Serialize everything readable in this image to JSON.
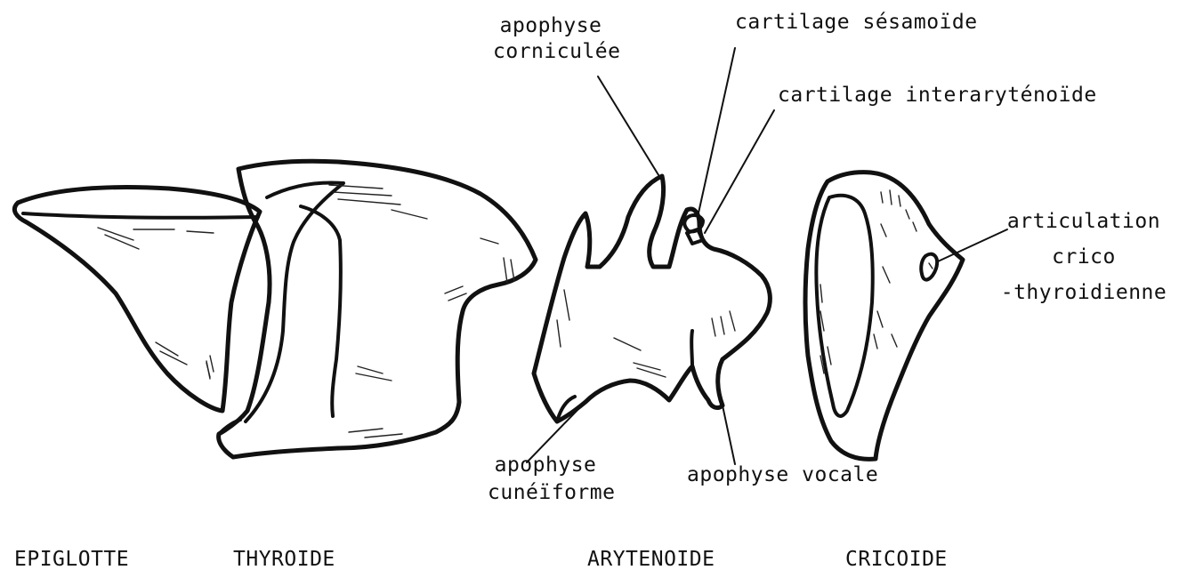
{
  "labels": {
    "corniculee_line1": "apophyse",
    "corniculee_line2": "corniculée",
    "sesamoide": "cartilage sésamoïde",
    "interarytenoide": "cartilage interaryténoïde",
    "articulation_line1": "articulation",
    "articulation_line2": "crico",
    "articulation_line3": "-thyroidienne",
    "cuneiforme_line1": "apophyse",
    "cuneiforme_line2": "cunéïforme",
    "vocale": "apophyse vocale"
  },
  "captions": {
    "epiglotte": "EPIGLOTTE",
    "thyroide": "THYROIDE",
    "arytenoide": "ARYTENOIDE",
    "cricoide": "CRICOIDE"
  }
}
